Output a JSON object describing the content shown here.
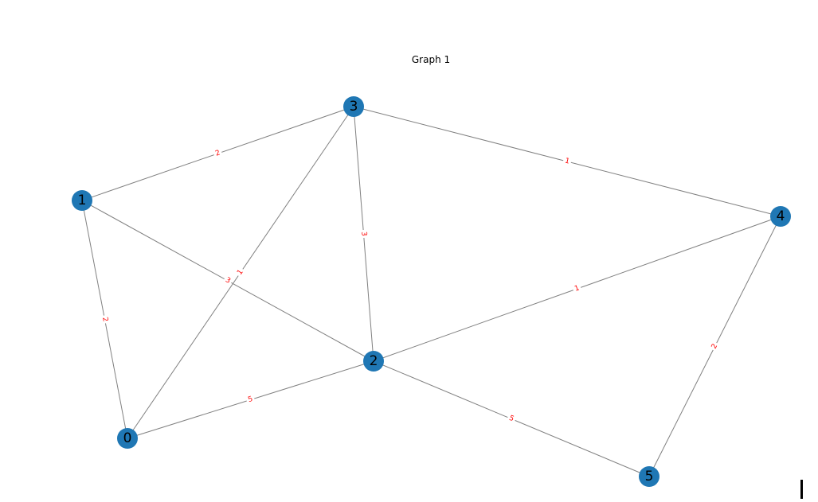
{
  "title": "Graph 1",
  "colors": {
    "node": "#1f77b4",
    "edge": "#808080",
    "edge_label": "#ff0000"
  },
  "nodes": [
    {
      "id": "0",
      "label": "0"
    },
    {
      "id": "1",
      "label": "1"
    },
    {
      "id": "2",
      "label": "2"
    },
    {
      "id": "3",
      "label": "3"
    },
    {
      "id": "4",
      "label": "4"
    },
    {
      "id": "5",
      "label": "5"
    }
  ],
  "edges": [
    {
      "source": "1",
      "target": "3",
      "weight": "2"
    },
    {
      "source": "3",
      "target": "4",
      "weight": "1"
    },
    {
      "source": "3",
      "target": "2",
      "weight": "3"
    },
    {
      "source": "3",
      "target": "0",
      "weight": "1"
    },
    {
      "source": "1",
      "target": "2",
      "weight": "3"
    },
    {
      "source": "1",
      "target": "0",
      "weight": "2"
    },
    {
      "source": "2",
      "target": "4",
      "weight": "1"
    },
    {
      "source": "0",
      "target": "2",
      "weight": "5"
    },
    {
      "source": "2",
      "target": "5",
      "weight": "5"
    },
    {
      "source": "4",
      "target": "5",
      "weight": "2"
    }
  ]
}
